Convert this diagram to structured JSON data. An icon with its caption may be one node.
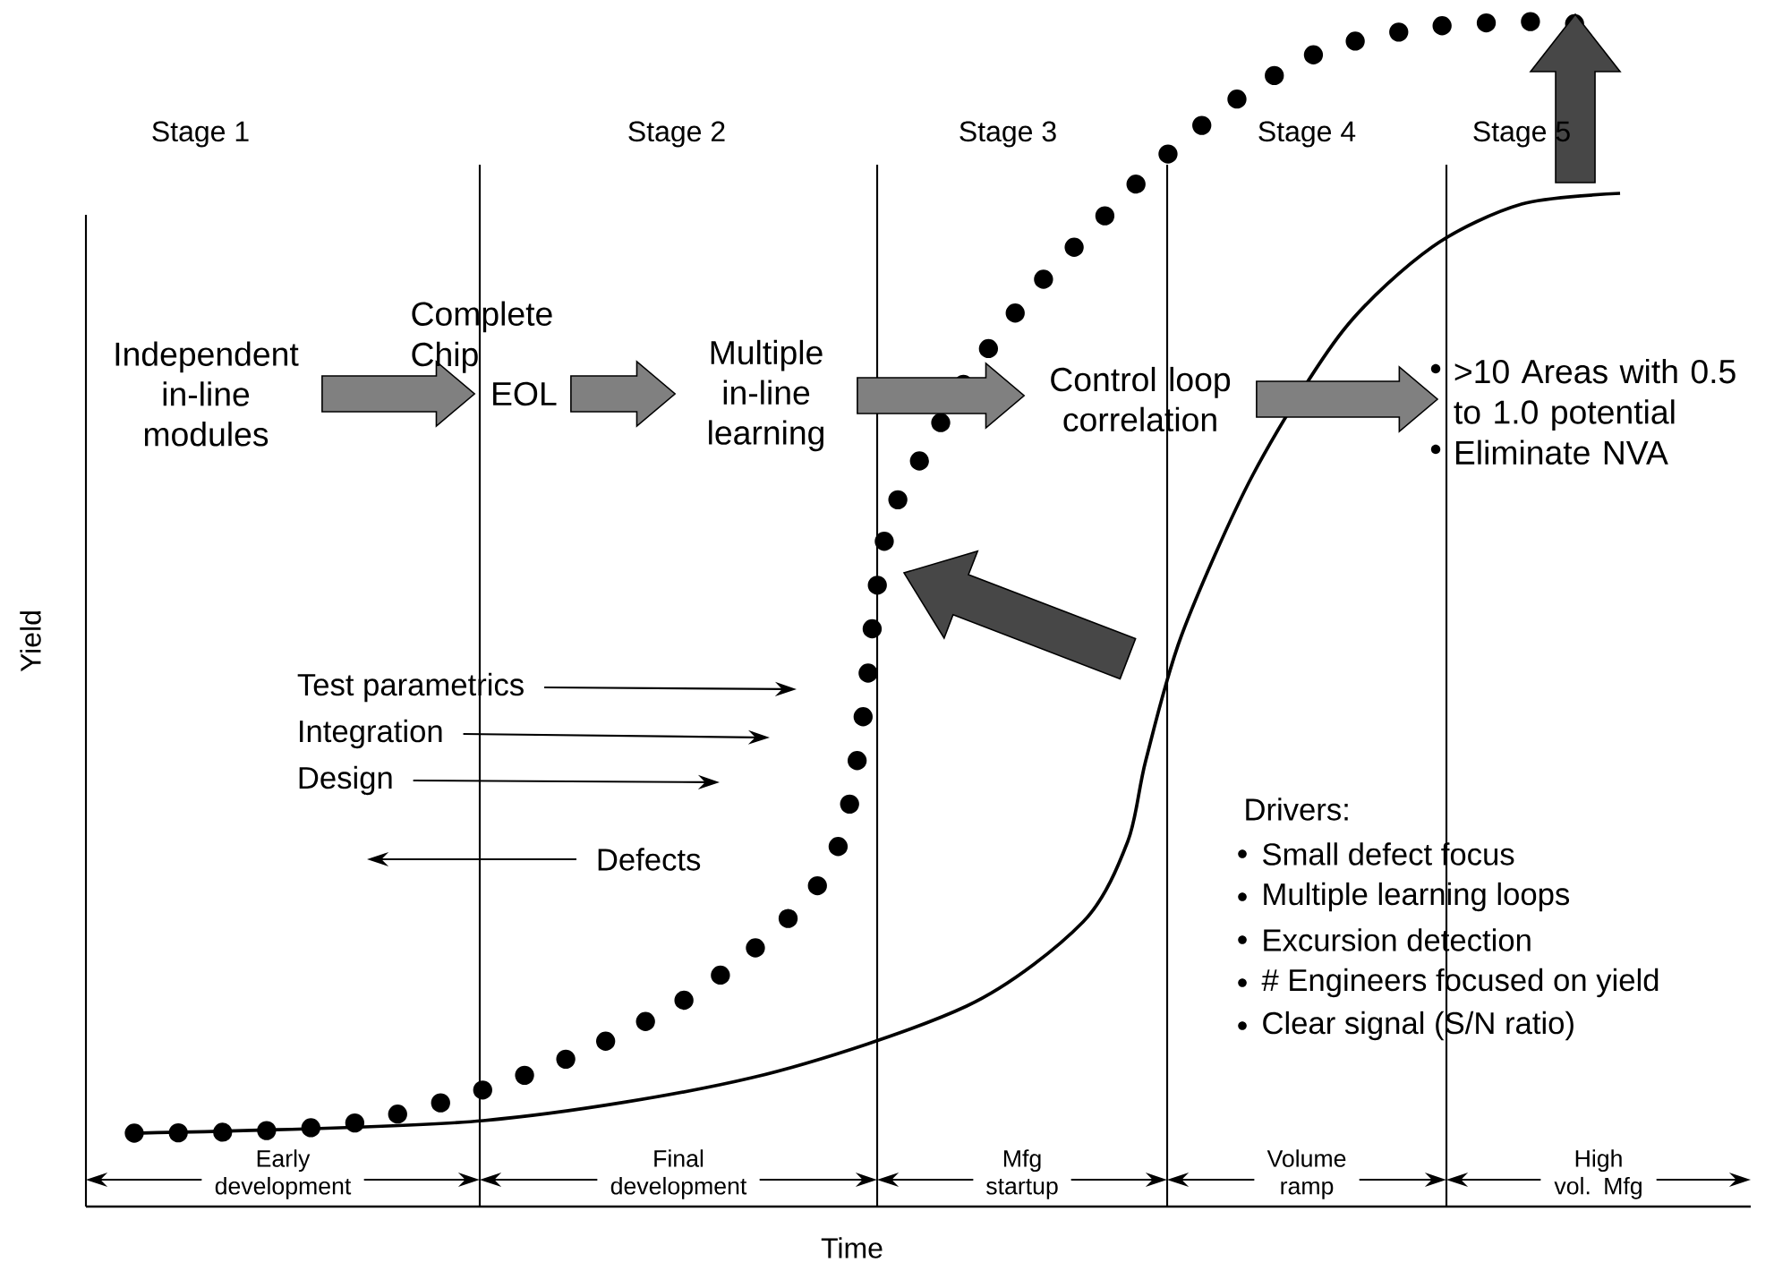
{
  "diagram": {
    "nodes": [
      {
        "text": [
          "Independent in-line modules"
        ]
      },
      {
        "text": [
          "EOL"
        ]
      },
      {
        "text": [
          "Multiple in-line learning"
        ]
      },
      {
        "text": [
          "Control loop correlation"
        ]
      },
      {
        "text": [
          ">10 Areas with 0.5 to 1.0 potential",
          "Eliminate NVA"
        ]
      },
      {
        "text": [
          "Test parametrics"
        ]
      },
      {
        "text": [
          "Integration"
        ]
      },
      {
        "text": [
          "Design"
        ]
      },
      {
        "text": [
          "Defects"
        ]
      }
    ],
    "edges": [
      {
        "from": 0,
        "to": 1,
        "arrow": "to",
        "style": "thick"
      },
      {
        "from": 1,
        "to": 2,
        "arrow": "to",
        "style": "thick"
      },
      {
        "from": 2,
        "to": 3,
        "arrow": "to",
        "style": "thick"
      },
      {
        "from": 3,
        "to": 4,
        "arrow": "to",
        "style": "thick"
      },
      {
        "from": 5,
        "to": null,
        "arrow": "to"
      },
      {
        "from": 6,
        "to": null,
        "arrow": "to"
      },
      {
        "from": 7,
        "to": null,
        "arrow": "to"
      },
      {
        "from": 8,
        "to": null,
        "arrow": "to"
      }
    ],
    "labels": [
      "Stage 1",
      "Stage 2",
      "Stage 3",
      "Stage 4",
      "Stage 5",
      "Complete Chip",
      "Yield",
      "Drivers:",
      "Small defect focus",
      "Multiple learning loops",
      "Excursion detection",
      "# Engineers focused on yield",
      "Clear signal (S/N ratio)",
      "Early development",
      "Final development",
      "Mfg startup",
      "Volume ramp",
      "High vol. Mfg",
      "Time"
    ]
  }
}
